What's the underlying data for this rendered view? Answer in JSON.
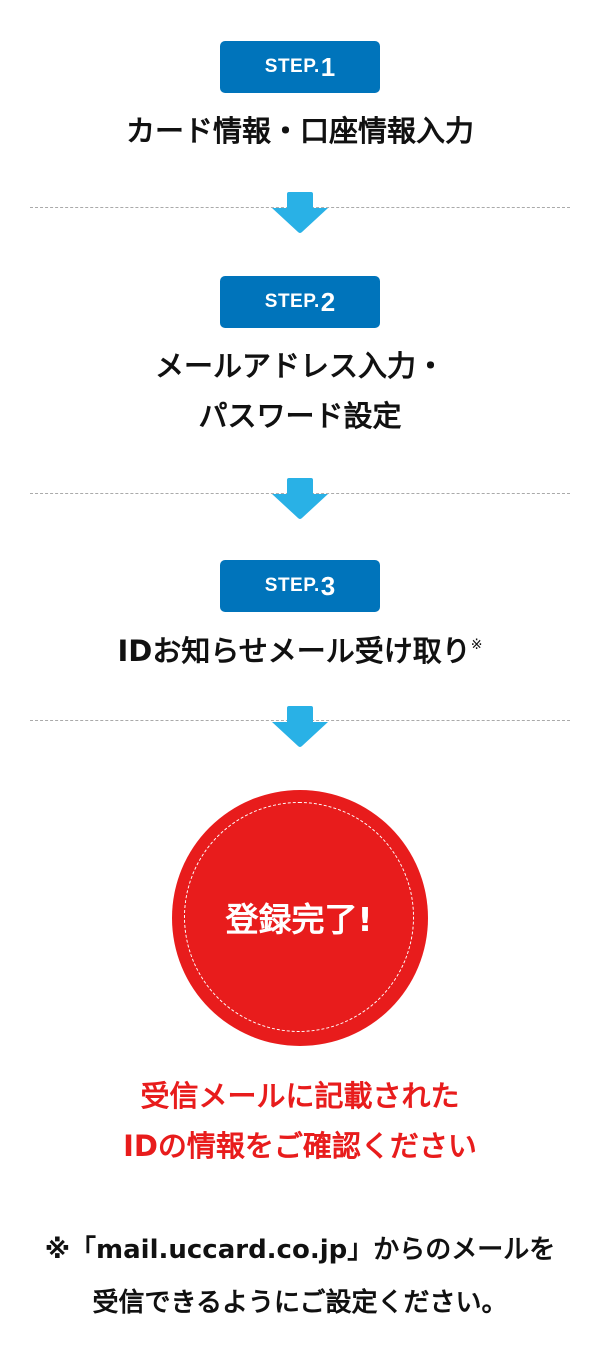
{
  "steps": [
    {
      "label": "STEP.",
      "num": "1",
      "title_lines": [
        "カード情報・口座情報入力"
      ]
    },
    {
      "label": "STEP.",
      "num": "2",
      "title_lines": [
        "メールアドレス入力・",
        "パスワード設定"
      ]
    },
    {
      "label": "STEP.",
      "num": "3",
      "title_lines": [
        "IDお知らせメール受け取り"
      ],
      "mark": "※"
    }
  ],
  "complete": {
    "label": "登録完了!"
  },
  "message": {
    "lines": [
      "受信メールに記載された",
      "IDの情報をご確認ください"
    ]
  },
  "note": {
    "lines": [
      "※「mail.uccard.co.jp」からのメールを",
      "受信できるようにご設定ください。"
    ]
  },
  "colors": {
    "badge": "#0074bb",
    "arrow": "#29b1e6",
    "red": "#e81c1c"
  }
}
